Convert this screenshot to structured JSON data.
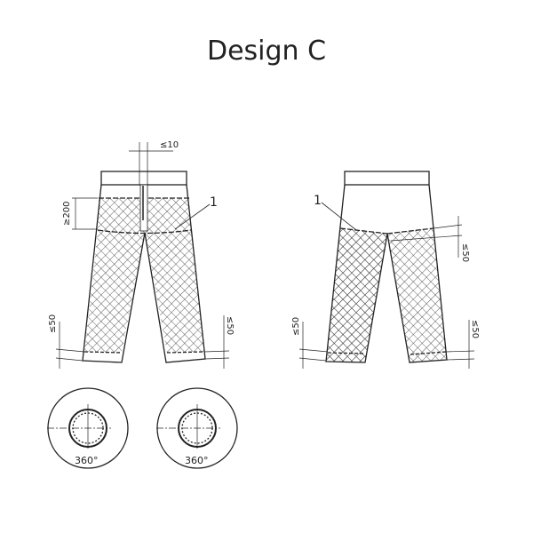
{
  "title": "Design C",
  "front_view": {
    "dim_width": "≤10",
    "dim_height": "≥200",
    "dim_hem_left": "≤50",
    "dim_hem_right": "≤50",
    "callout": "1"
  },
  "back_view": {
    "callout": "1",
    "dim_waist": "≤50",
    "dim_hem_left": "≤50",
    "dim_hem_right": "≤50"
  },
  "sections": [
    {
      "angle": "360°"
    },
    {
      "angle": "360°"
    }
  ]
}
